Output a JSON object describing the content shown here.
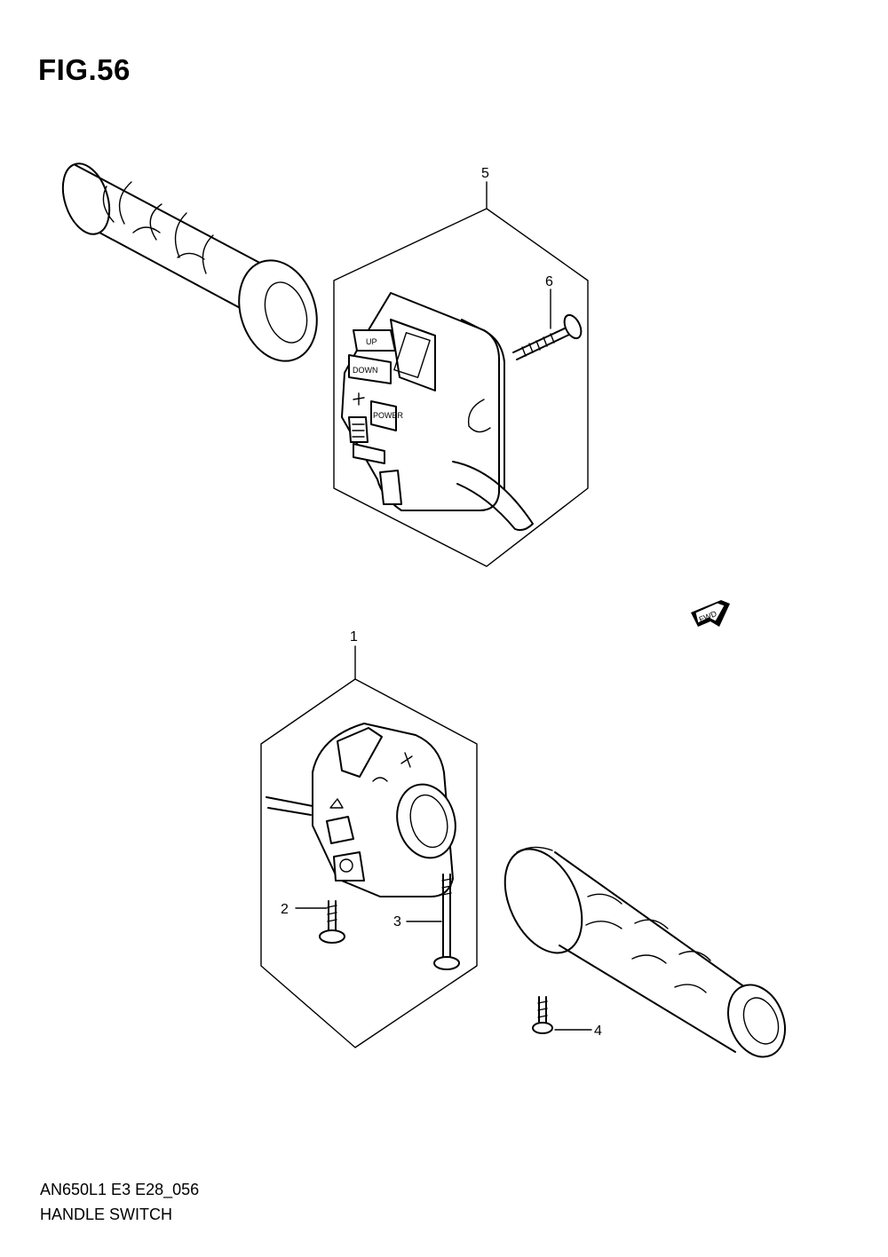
{
  "figure": {
    "title": "FIG.56"
  },
  "footer": {
    "model_code": "AN650L1 E3 E28_056",
    "name": "HANDLE SWITCH"
  },
  "callouts": [
    "1",
    "2",
    "3",
    "4",
    "5",
    "6"
  ],
  "switch_labels": {
    "up": "UP",
    "down": "DOWN",
    "power": "POWER"
  },
  "direction_badge": "FWD"
}
